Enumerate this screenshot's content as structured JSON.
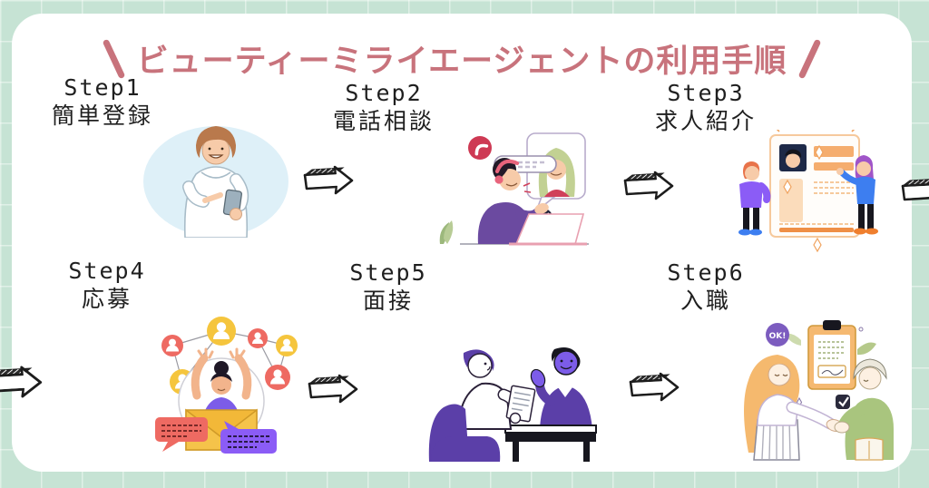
{
  "title": {
    "text": "ビューティーミライエージェントの利用手順",
    "left_decoration": "＼",
    "right_decoration": "／"
  },
  "steps": [
    {
      "step_no": "Step1",
      "label": "簡単登録",
      "illustration": "person-registering-on-smartphone"
    },
    {
      "step_no": "Step2",
      "label": "電話相談",
      "illustration": "operator-phone-video-consultation"
    },
    {
      "step_no": "Step3",
      "label": "求人紹介",
      "illustration": "two-people-with-job-posting"
    },
    {
      "step_no": "Step4",
      "label": "応募",
      "illustration": "person-in-envelope-sending-applications"
    },
    {
      "step_no": "Step5",
      "label": "面接",
      "illustration": "interview-across-desk"
    },
    {
      "step_no": "Step6",
      "label": "入職",
      "illustration": "handshake-with-contract",
      "badge": "OK!"
    }
  ],
  "arrows": {
    "icon": "hand-drawn-arrow-right-icon",
    "full_count": 4,
    "partial_edges": [
      "left",
      "right"
    ]
  },
  "colors": {
    "background_mint": "#c6e3d4",
    "card_white": "#ffffff",
    "title_rose": "#c8737c",
    "text_black": "#1f1f1f",
    "accent_yellow": "#f5c53d",
    "accent_red": "#ee6a62",
    "accent_purple": "#7c5ce8",
    "accent_orange": "#f0944a",
    "accent_green": "#a9c57e"
  }
}
